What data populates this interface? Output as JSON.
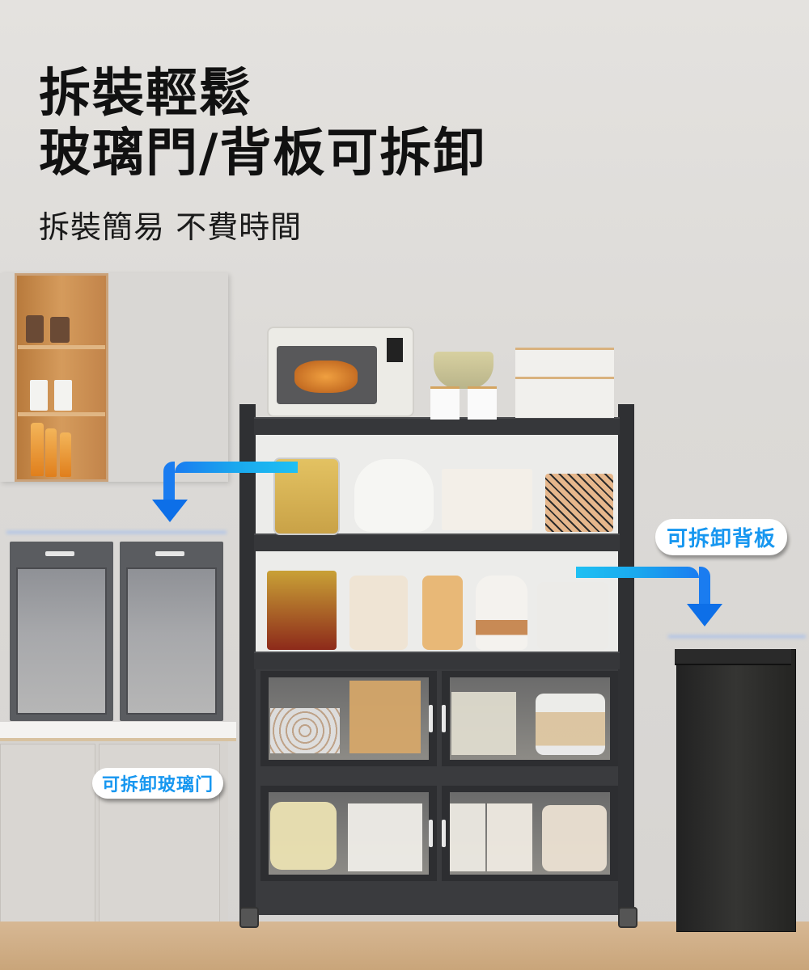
{
  "headline": {
    "line1": "拆裝輕鬆",
    "line2": "玻璃門/背板可拆卸",
    "subtitle": "拆裝簡易 不費時間"
  },
  "callouts": {
    "back_panel": "可拆卸背板",
    "glass_door": "可拆卸玻璃门"
  },
  "product": {
    "name": "kitchen-storage-rack",
    "open_shelves": 3,
    "cabinet_rows": 2,
    "doors_per_row": 2,
    "frame_color": "#2f3033"
  },
  "shelf_items": {
    "top": [
      "toaster-oven",
      "bowls",
      "seasoning-jars",
      "storage-baskets"
    ],
    "middle": [
      "toaster",
      "rice-cooker",
      "seasoning-jars",
      "egg-basket"
    ],
    "lower": [
      "oil-bottles",
      "air-fryer",
      "coffee-machine",
      "kettle",
      "rice-cooker"
    ],
    "cabinet_upper": [
      "egg-basket",
      "espresso-machine",
      "pots",
      "rice-cooker"
    ],
    "cabinet_lower": [
      "slow-cooker",
      "storage-containers",
      "air-fryer",
      "pot",
      "steamer"
    ]
  },
  "colors": {
    "accent_blue": "#1797f0",
    "arrow_blue": "#0d6fe8",
    "headline_text": "#111111",
    "background": "#dcdad7"
  }
}
